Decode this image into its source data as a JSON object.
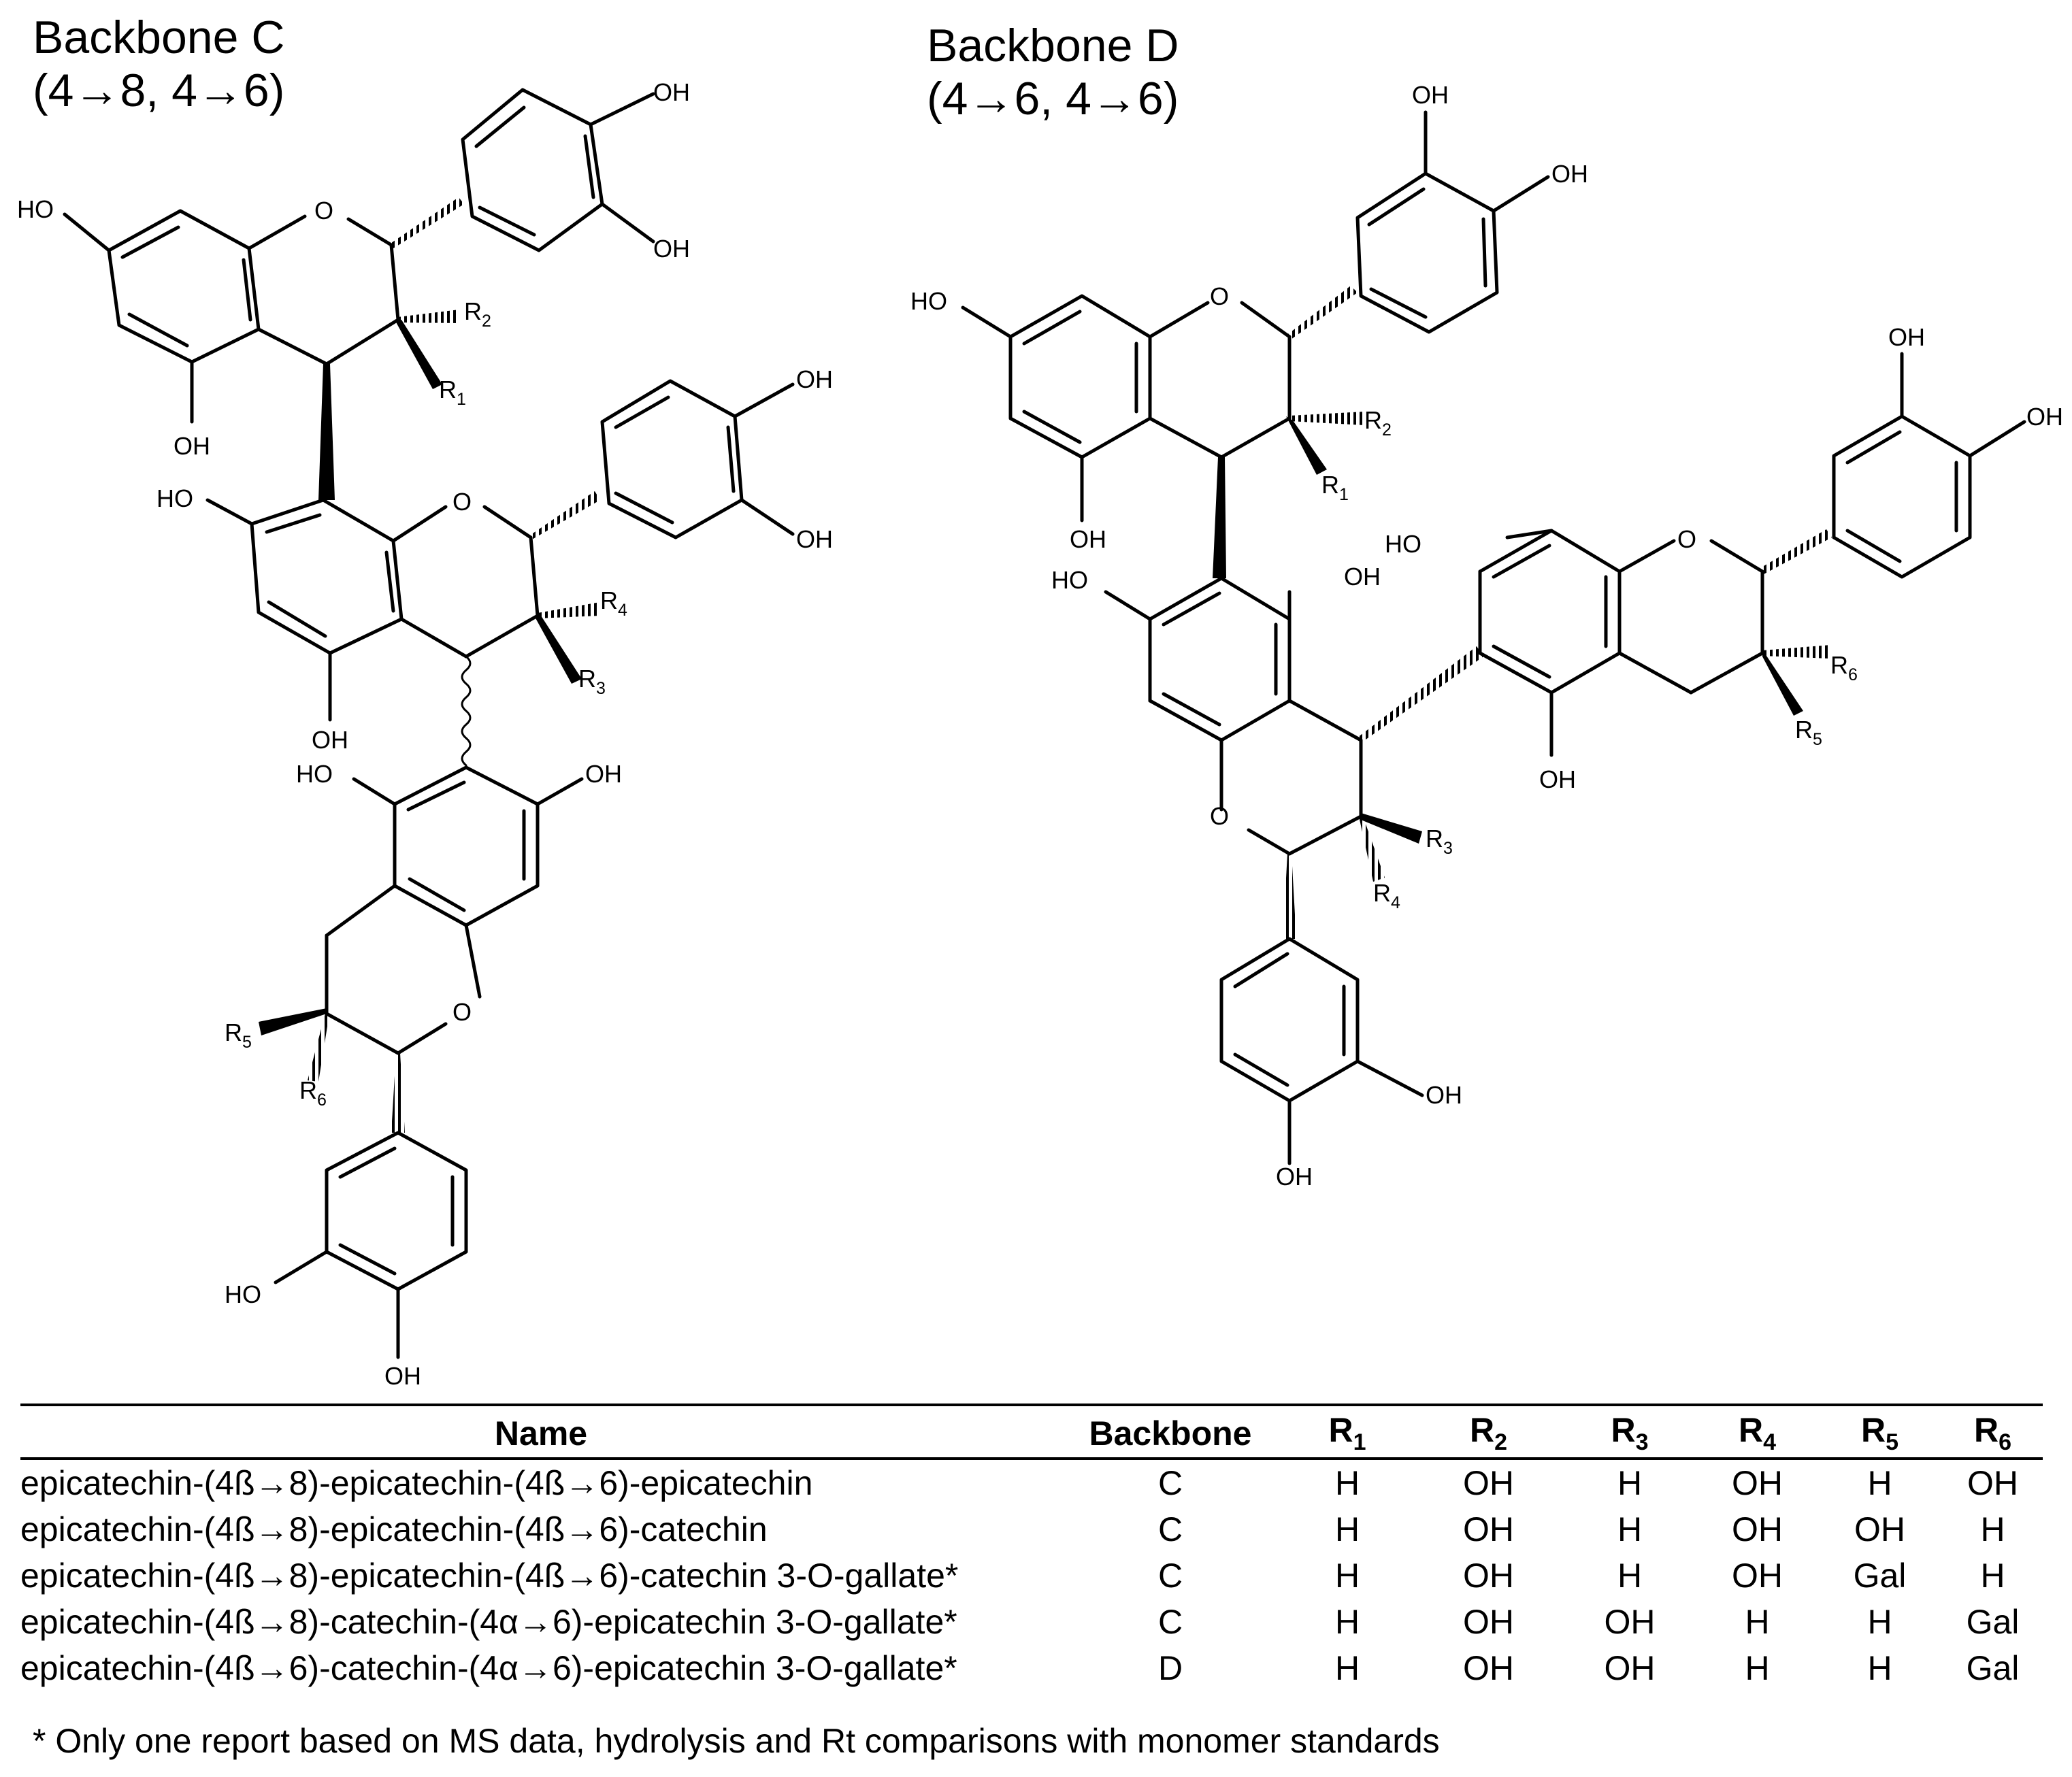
{
  "backbone_c": {
    "title": "Backbone C",
    "linkage": "(4→8, 4→6)"
  },
  "backbone_d": {
    "title": "Backbone D",
    "linkage": "(4→6, 4→6)"
  },
  "atom_labels": {
    "oh": "OH",
    "ho": "HO",
    "o": "O",
    "r": "R"
  },
  "table": {
    "headers": {
      "name": "Name",
      "backbone": "Backbone",
      "r1": "1",
      "r2": "2",
      "r3": "3",
      "r4": "4",
      "r5": "5",
      "r6": "6"
    },
    "rows": [
      {
        "name": "epicatechin-(4ß→8)-epicatechin-(4ß→6)-epicatechin",
        "backbone": "C",
        "r1": "H",
        "r2": "OH",
        "r3": "H",
        "r4": "OH",
        "r5": "H",
        "r6": "OH"
      },
      {
        "name": "epicatechin-(4ß→8)-epicatechin-(4ß→6)-catechin",
        "backbone": "C",
        "r1": "H",
        "r2": "OH",
        "r3": "H",
        "r4": "OH",
        "r5": "OH",
        "r6": "H"
      },
      {
        "name": "epicatechin-(4ß→8)-epicatechin-(4ß→6)-catechin 3-O-gallate*",
        "backbone": "C",
        "r1": "H",
        "r2": "OH",
        "r3": "H",
        "r4": "OH",
        "r5": "Gal",
        "r6": "H"
      },
      {
        "name": "epicatechin-(4ß→8)-catechin-(4α→6)-epicatechin 3-O-gallate*",
        "backbone": "C",
        "r1": "H",
        "r2": "OH",
        "r3": "OH",
        "r4": "H",
        "r5": "H",
        "r6": "Gal"
      },
      {
        "name": "epicatechin-(4ß→6)-catechin-(4α→6)-epicatechin 3-O-gallate*",
        "backbone": "D",
        "r1": "H",
        "r2": "OH",
        "r3": "OH",
        "r4": "H",
        "r5": "H",
        "r6": "Gal"
      }
    ]
  },
  "footnote": "* Only one report based on MS data, hydrolysis and Rt comparisons with monomer standards"
}
